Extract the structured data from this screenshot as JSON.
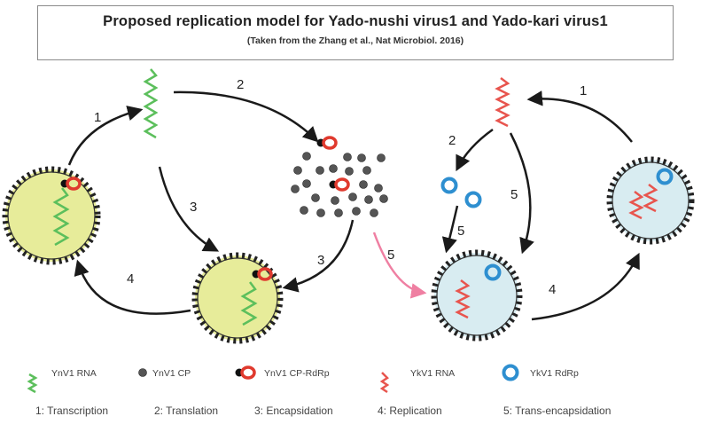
{
  "header": {
    "title": "Proposed replication model for Yado-nushi virus1 and Yado-kari virus1",
    "subtitle": "(Taken from the Zhang et al., Nat Microbiol. 2016)"
  },
  "step_numbers": [
    "1",
    "2",
    "3",
    "4",
    "5"
  ],
  "legend": {
    "items": [
      {
        "label": "YnV1 RNA",
        "icon": "green-rna-wave-icon"
      },
      {
        "label": "YnV1 CP",
        "icon": "grey-capsid-protein-icon"
      },
      {
        "label": "YnV1 CP-RdRp",
        "icon": "cp-rdrp-fusion-icon"
      },
      {
        "label": "YkV1 RNA",
        "icon": "red-rna-wave-icon"
      },
      {
        "label": "YkV1 RdRp",
        "icon": "blue-rdrp-ring-icon"
      }
    ],
    "steps": [
      "1: Transcription",
      "2: Translation",
      "3: Encapsidation",
      "4: Replication",
      "5: Trans-encapsidation"
    ]
  },
  "colors": {
    "ynv1_rna": "#5cbf5c",
    "ykv1_rna": "#e8554e",
    "rdrp": "#2e8fd0",
    "cp": "#5b5b5b",
    "particle_fill_yellow": "#e7ec9a",
    "particle_fill_blue": "#d8ecf1",
    "arrow": "#1a1a1a",
    "trans_arrow": "#ef7fa2"
  }
}
